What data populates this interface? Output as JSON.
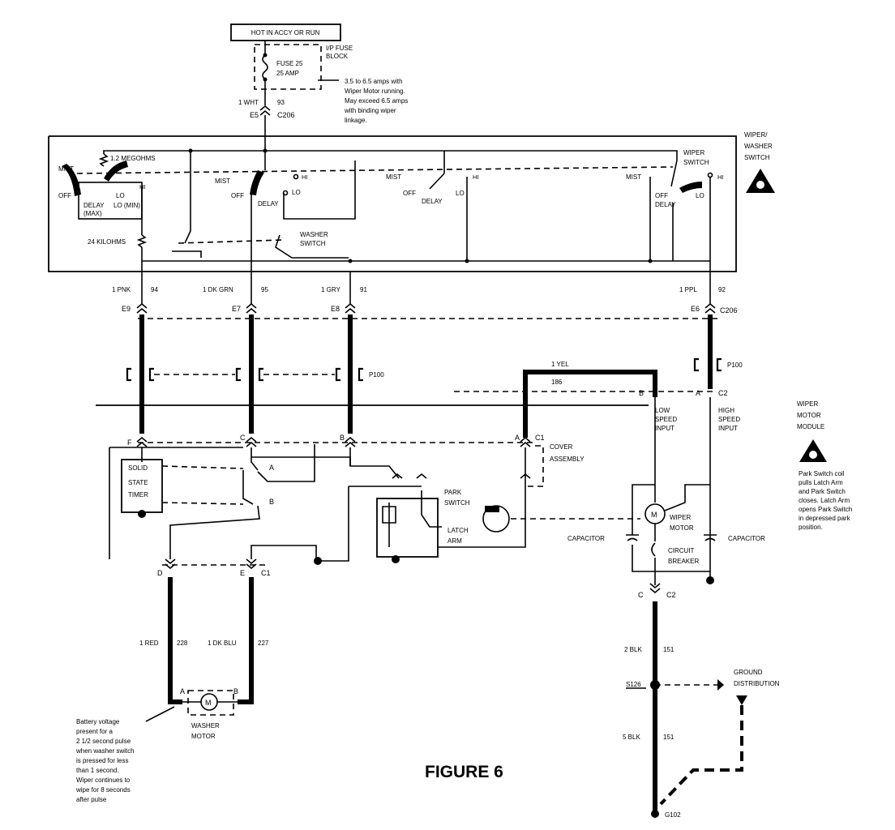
{
  "figure_title": "FIGURE 6",
  "power": {
    "hot_label": "HOT IN ACCY OR RUN",
    "fuse_block": [
      "I/P FUSE",
      "BLOCK"
    ],
    "fuse_name": "FUSE 25",
    "fuse_rating": "25 AMP",
    "current_note": [
      "3.5 to 6.5 amps with",
      "Wiper Motor running.",
      "May exceed 6.5 amps",
      "with binding wiper",
      "linkage."
    ],
    "feed_wire": "1 WHT",
    "feed_circuit": "93",
    "feed_pin": "E5",
    "feed_connector": "C206"
  },
  "wiper_switch": {
    "title": [
      "WIPER/",
      "WASHER",
      "SWITCH"
    ],
    "switch_label": [
      "WIPER",
      "SWITCH"
    ],
    "resistor_top": "1.2 MEGOHMS",
    "resistor_low": "24 KILOHMS",
    "washer_switch": [
      "WASHER",
      "SWITCH"
    ],
    "mist": "MIST",
    "off": "OFF",
    "lo": "LO",
    "hi": "HI",
    "delay": "DELAY",
    "delay_max": [
      "DELAY",
      "(MAX)"
    ],
    "delay_min": "LO (MIN)"
  },
  "harness": {
    "wires": [
      {
        "color": "1 PNK",
        "circuit": "94",
        "pin": "E9"
      },
      {
        "color": "1 DK GRN",
        "circuit": "95",
        "pin": "E7"
      },
      {
        "color": "1 GRY",
        "circuit": "91",
        "pin": "E8"
      },
      {
        "color": "1 PPL",
        "circuit": "92",
        "pin": "E6"
      }
    ],
    "connector_c206": "C206",
    "connector_p100_left": "P100",
    "connector_p100_right": "P100",
    "yel_wire": "1 YEL",
    "yel_circuit": "186"
  },
  "motor_module": {
    "title": [
      "WIPER",
      "MOTOR",
      "MODULE"
    ],
    "pins_top": {
      "f": "F",
      "c": "C",
      "b": "B",
      "a": "A",
      "c1": "C1"
    },
    "pins_right": {
      "b": "B",
      "a": "A",
      "c2": "C2"
    },
    "low_speed": [
      "LOW",
      "SPEED",
      "INPUT"
    ],
    "high_speed": [
      "HIGH",
      "SPEED",
      "INPUT"
    ],
    "cover_assembly": [
      "COVER",
      "ASSEMBLY"
    ],
    "timer": [
      "SOLID",
      "STATE",
      "TIMER"
    ],
    "relay_a": "A",
    "relay_b": "B",
    "park_switch": [
      "PARK",
      "SWITCH"
    ],
    "latch_arm": [
      "LATCH",
      "ARM"
    ],
    "wiper_motor": [
      "WIPER",
      "MOTOR"
    ],
    "motor_symbol": "M",
    "capacitor": "CAPACITOR",
    "circuit_breaker": [
      "CIRCUIT",
      "BREAKER"
    ],
    "bottom_pins": {
      "d": "D",
      "e": "E",
      "c1": "C1",
      "c": "C",
      "c2": "C2"
    },
    "park_note": [
      "Park Switch coil",
      "pulls Latch Arm",
      "and Park Switch",
      "closes. Latch Arm",
      "opens Park Switch",
      "in depressed park",
      "position."
    ]
  },
  "washer": {
    "red_wire": "1 RED",
    "red_circuit": "228",
    "blu_wire": "1 DK BLU",
    "blu_circuit": "227",
    "pin_a": "A",
    "pin_b": "B",
    "motor_symbol": "M",
    "motor_label": [
      "WASHER",
      "MOTOR"
    ],
    "note": [
      "Battery voltage",
      "present for a",
      "2 1/2 second pulse",
      "when washer switch",
      "is pressed for less",
      "than 1 second.",
      "Wiper continues to",
      "wipe for 8 seconds",
      "after pulse"
    ]
  },
  "ground": {
    "wire1": "2 BLK",
    "circuit1": "151",
    "splice": "S126",
    "distribution": [
      "GROUND",
      "DISTRIBUTION"
    ],
    "wire2": "5 BLK",
    "circuit2": "151",
    "ground_point": "G102"
  }
}
